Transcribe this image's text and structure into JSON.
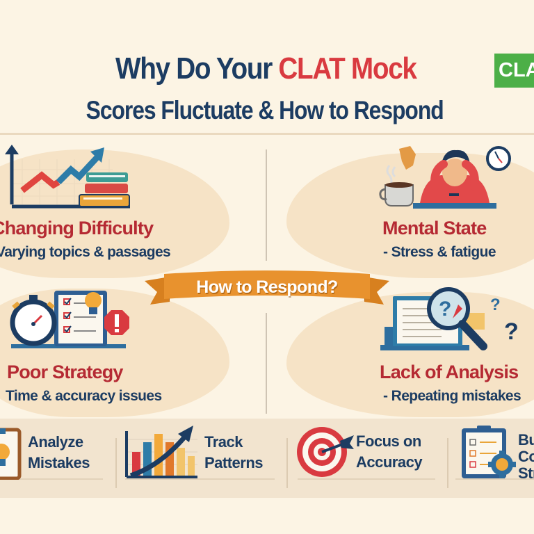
{
  "header": {
    "title_prefix": "Why Do Your ",
    "title_accent": "CLAT Mock",
    "title_line2": "Scores Fluctuate & How to Respond",
    "badge_text": "CLAT"
  },
  "causes": [
    {
      "title": "Changing Difficulty",
      "subtitle": "Varying topics & passages",
      "icon": "rising-graph-books-icon"
    },
    {
      "title": "Mental State",
      "subtitle": "- Stress & fatigue",
      "icon": "stressed-student-icon"
    },
    {
      "title": "Poor Strategy",
      "subtitle": "Time & accuracy issues",
      "icon": "stopwatch-checklist-icon"
    },
    {
      "title": "Lack of Analysis",
      "subtitle": "- Repeating mistakes",
      "icon": "magnifier-questions-icon"
    }
  ],
  "ribbon": {
    "label": "How to Respond?"
  },
  "responses": [
    {
      "line1": "Analyze",
      "line2": "Mistakes",
      "icon": "clipboard-bulb-icon"
    },
    {
      "line1": "Track",
      "line2": "Patterns",
      "icon": "bar-chart-arrow-icon"
    },
    {
      "line1": "Focus on",
      "line2": "Accuracy",
      "icon": "target-dart-icon"
    },
    {
      "line1": "Build",
      "line2": "Consistent",
      "line3": "Strategy",
      "icon": "checklist-gear-icon"
    }
  ],
  "colors": {
    "background": "#fcf4e4",
    "navy": "#1c3c62",
    "accent_red": "#d93a40",
    "cause_title_red": "#b52a33",
    "ribbon_orange": "#e8922e",
    "badge_green": "#4caf47"
  }
}
